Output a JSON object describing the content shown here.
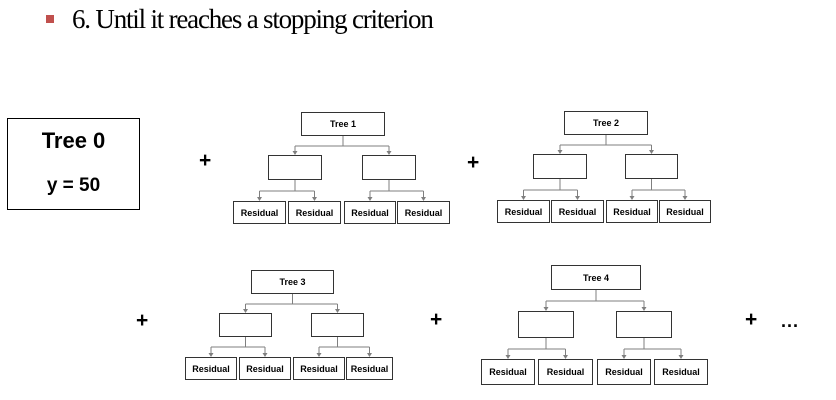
{
  "slide": {
    "bullet_color": "#c0504d",
    "heading": "6. Until it reaches a stopping criterion"
  },
  "tree0": {
    "title": "Tree 0",
    "value": "y = 50"
  },
  "operators": {
    "plus": "+",
    "ellipsis": "..."
  },
  "trees": [
    {
      "title": "Tree 1",
      "leaves": [
        "Residual",
        "Residual",
        "Residual",
        "Residual"
      ]
    },
    {
      "title": "Tree 2",
      "leaves": [
        "Residual",
        "Residual",
        "Residual",
        "Residual"
      ]
    },
    {
      "title": "Tree 3",
      "leaves": [
        "Residual",
        "Residual",
        "Residual",
        "Residual"
      ]
    },
    {
      "title": "Tree 4",
      "leaves": [
        "Residual",
        "Residual",
        "Residual",
        "Residual"
      ]
    }
  ]
}
